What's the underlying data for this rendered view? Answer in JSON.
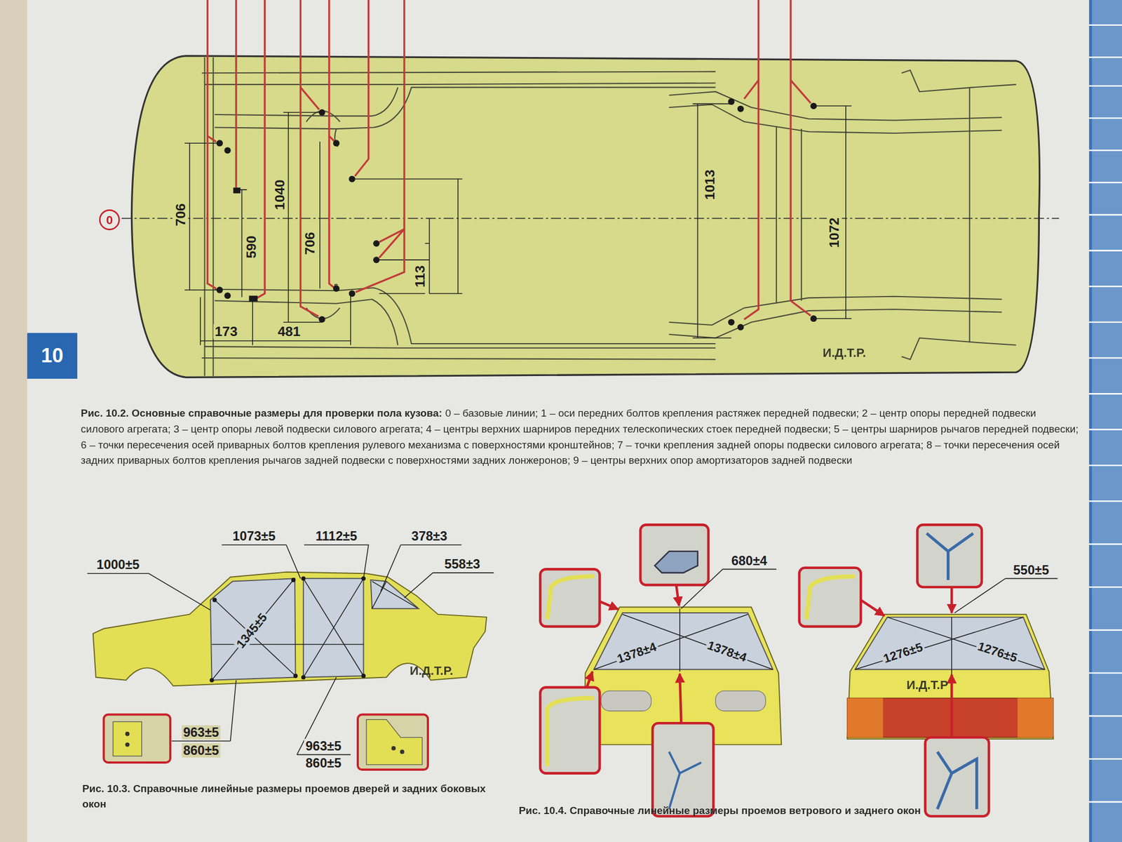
{
  "diagram": {
    "nodes": [
      {
        "text": [
          "10"
        ]
      },
      {
        "text": [
          "0"
        ]
      }
    ],
    "labels": [
      "706",
      "1040",
      "590",
      "706",
      "113",
      "173",
      "481",
      "1013",
      "1072",
      "И.Д.Т.Р.",
      "Рис. 10.2. Основные справочные размеры для проверки пола кузова:",
      "0 – базовые линии; 1 – оси передних болтов крепления растяжек передней подвески; 2 – центр опоры передней подвески силового агрегата; 3 – центр опоры левой подвески силового агрегата; 4 – центры верхних шарниров передних телескопических стоек передней подвески; 5 – центры шарниров рычагов передней подвески; 6 – точки пересечения осей приварных болтов крепления рулевого механизма с поверхностями кронштейнов; 7 – точки крепления задней опоры подвески силового агрегата; 8 – точки пересечения осей задних приварных болтов крепления рычагов задней подвески с поверхностями задних лонжеронов; 9 – центры верхних опор амортизаторов задней подвески",
      "1000±5",
      "1073±5",
      "1112±5",
      "378±3",
      "558±3",
      "1345±5",
      "963±5",
      "860±5",
      "963±5",
      "860±5",
      "И.Д.Т.Р.",
      "Рис. 10.3. Справочные линейные размеры проемов дверей и задних боковых окон",
      "680±4",
      "1378±4",
      "1378±4",
      "550±5",
      "1276±5",
      "1276±5",
      "И.Д.Т.Р",
      "Рис. 10.4. Справочные линейные размеры проемов ветрового и заднего окон"
    ]
  }
}
